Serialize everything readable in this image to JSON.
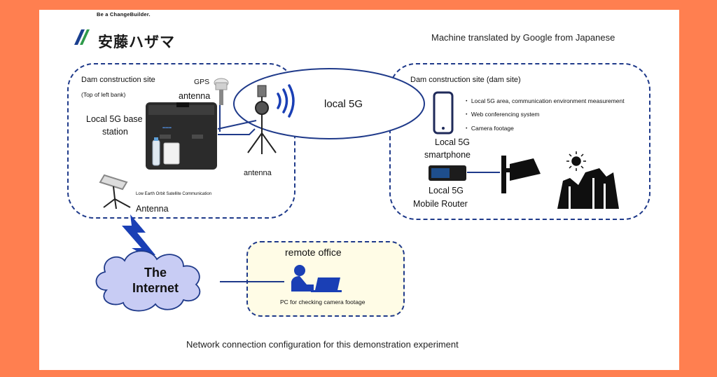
{
  "brand": {
    "tagline": "Be a ChangeBuilder.",
    "name": "安藤ハザマ"
  },
  "note": "Machine translated by Google from Japanese",
  "left_site": {
    "title": "Dam construction site",
    "subtitle": "(Top of left bank)",
    "gps_label": "GPS",
    "gps_sub": "antenna",
    "base_station_line1": "Local 5G base",
    "base_station_line2": "station",
    "antenna_label": "antenna",
    "leo_label": "Low Earth Orbit Satellite Communication",
    "leo_antenna_label": "Antenna"
  },
  "local5g": {
    "label": "local 5G"
  },
  "right_site": {
    "title": "Dam construction site (dam site)",
    "bullets": [
      "Local 5G area, communication environment measurement",
      "Web conferencing system",
      "Camera footage"
    ],
    "smartphone_line1": "Local 5G",
    "smartphone_line2": "smartphone",
    "router_line1": "Local 5G",
    "router_line2": "Mobile Router"
  },
  "internet": {
    "line1": "The",
    "line2": "Internet"
  },
  "office": {
    "title": "remote office",
    "pc_label": "PC for checking camera footage"
  },
  "caption": "Network connection configuration for this demonstration experiment",
  "colors": {
    "background": "#FF7F50",
    "accent_blue": "#1f3a8a",
    "icon_blue": "#1a3fb5",
    "cloud": "#C8CCF4",
    "office_fill": "#FFFCE6"
  }
}
